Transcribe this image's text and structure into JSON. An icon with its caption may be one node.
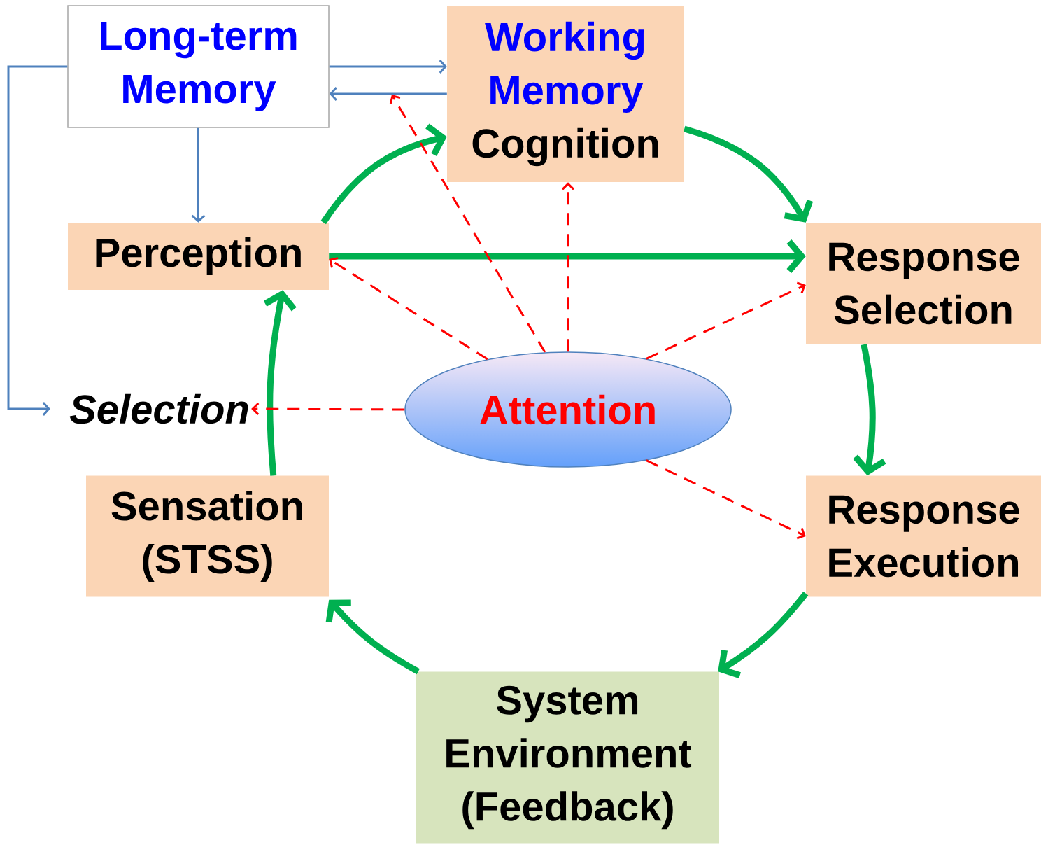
{
  "diagram": {
    "nodes": [
      {
        "text": [
          "Long-term Memory"
        ]
      },
      {
        "text": [
          "Working Memory",
          "Cognition"
        ]
      },
      {
        "text": [
          "Perception"
        ]
      },
      {
        "text": [
          "Response Selection"
        ]
      },
      {
        "text": [
          "Selection"
        ]
      },
      {
        "text": [
          "Attention"
        ]
      },
      {
        "text": [
          "Sensation (STSS)"
        ]
      },
      {
        "text": [
          "Response Execution"
        ]
      },
      {
        "text": [
          "System Environment (Feedback)"
        ]
      }
    ],
    "edges": [
      {
        "from": 0,
        "to": 1,
        "arrow": "to",
        "color": "#4f81bd"
      },
      {
        "from": 1,
        "to": 0,
        "arrow": "to",
        "color": "#4f81bd"
      },
      {
        "from": 0,
        "to": 2,
        "arrow": "to",
        "color": "#4f81bd"
      },
      {
        "from": 0,
        "to": 4,
        "arrow": "to",
        "color": "#4f81bd"
      },
      {
        "from": 2,
        "to": 1,
        "arrow": "to",
        "style": "thick",
        "color": "#00b050"
      },
      {
        "from": 1,
        "to": 3,
        "arrow": "to",
        "style": "thick",
        "color": "#00b050"
      },
      {
        "from": 2,
        "to": 3,
        "arrow": "to",
        "style": "thick",
        "color": "#00b050"
      },
      {
        "from": 3,
        "to": 7,
        "arrow": "to",
        "style": "thick",
        "color": "#00b050"
      },
      {
        "from": 7,
        "to": 8,
        "arrow": "to",
        "style": "thick",
        "color": "#00b050"
      },
      {
        "from": 8,
        "to": 6,
        "arrow": "to",
        "style": "thick",
        "color": "#00b050"
      },
      {
        "from": 6,
        "to": 2,
        "arrow": "to",
        "style": "thick",
        "color": "#00b050"
      },
      {
        "from": 5,
        "to": null,
        "arrow": "to",
        "style": "dashed",
        "color": "#ff0000"
      },
      {
        "from": 5,
        "to": 1,
        "arrow": "to",
        "style": "dashed",
        "color": "#ff0000"
      },
      {
        "from": 5,
        "to": 2,
        "arrow": "to",
        "style": "dashed",
        "color": "#ff0000"
      },
      {
        "from": 5,
        "to": 3,
        "arrow": "to",
        "style": "dashed",
        "color": "#ff0000"
      },
      {
        "from": 5,
        "to": 7,
        "arrow": "to",
        "style": "dashed",
        "color": "#ff0000"
      },
      {
        "from": 5,
        "to": 4,
        "arrow": "to",
        "style": "dashed",
        "color": "#ff0000"
      }
    ]
  }
}
